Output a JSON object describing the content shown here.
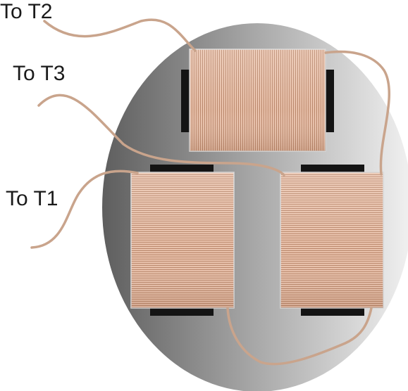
{
  "labels": {
    "t2": "To T2",
    "t3": "To T3",
    "t1": "To T1"
  },
  "colors": {
    "disk_dark": "#5e5e5e",
    "disk_light": "#f1f1f1",
    "coil_light": "#efc8b2",
    "coil_dark": "#b9876b",
    "wire": "#c9a48c",
    "pole": "#141414"
  }
}
